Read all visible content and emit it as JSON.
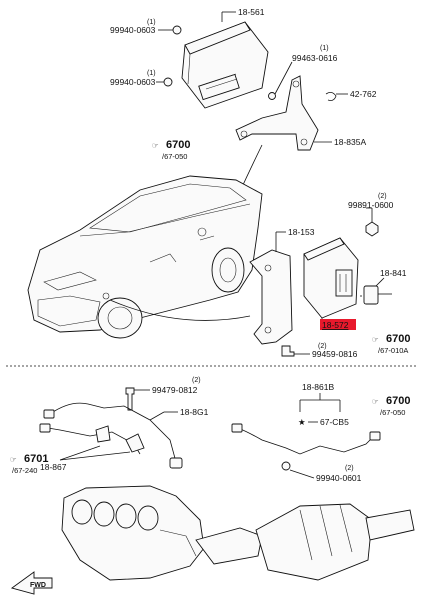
{
  "parts": {
    "module_top": "18-561",
    "bolt_a": "99940-0603",
    "bolt_a_qty": "(1)",
    "bolt_b": "99940-0603",
    "bolt_b_qty": "(1)",
    "screw_c": "99463-0616",
    "screw_c_qty": "(1)",
    "clip": "42-762",
    "bracket_top": "18-835A",
    "bracket_mid": "18-153",
    "nut_mid": "99891-0600",
    "nut_mid_qty": "(2)",
    "sensor": "18-841",
    "module_mid": "18-572",
    "bolt_mid": "99459-0816",
    "bolt_mid_qty": "(2)",
    "bolt_low": "99479-0812",
    "bolt_low_qty": "(2)",
    "sensor_front": "18-8G1",
    "harness_right": "18-861B",
    "sub_right": "67-CB5",
    "bolt_right": "99940-0601",
    "bolt_right_qty": "(2)",
    "sensor_left": "18-867"
  },
  "refs": {
    "ref1_main": "6700",
    "ref1_sub": "/67-050",
    "ref2_main": "6700",
    "ref2_sub": "/67-010A",
    "ref3_main": "6701",
    "ref3_sub": "/67-240",
    "ref4_main": "6700",
    "ref4_sub": "/67-050"
  },
  "marks": {
    "star": "★",
    "fwd": "FWD"
  },
  "colors": {
    "highlight": "#e8192c",
    "ink": "#111111"
  }
}
